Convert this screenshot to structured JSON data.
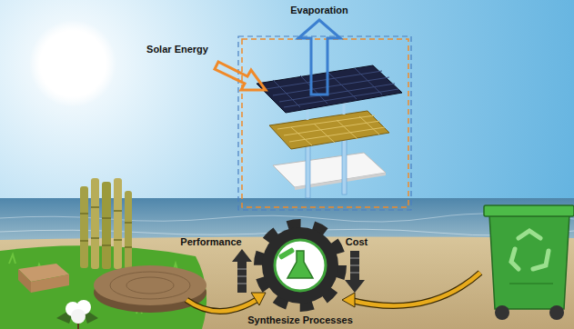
{
  "diagram": {
    "labels": [
      "Evaporation",
      "Solar Energy",
      "Performance",
      "Cost",
      "Synthesize Processes"
    ]
  }
}
